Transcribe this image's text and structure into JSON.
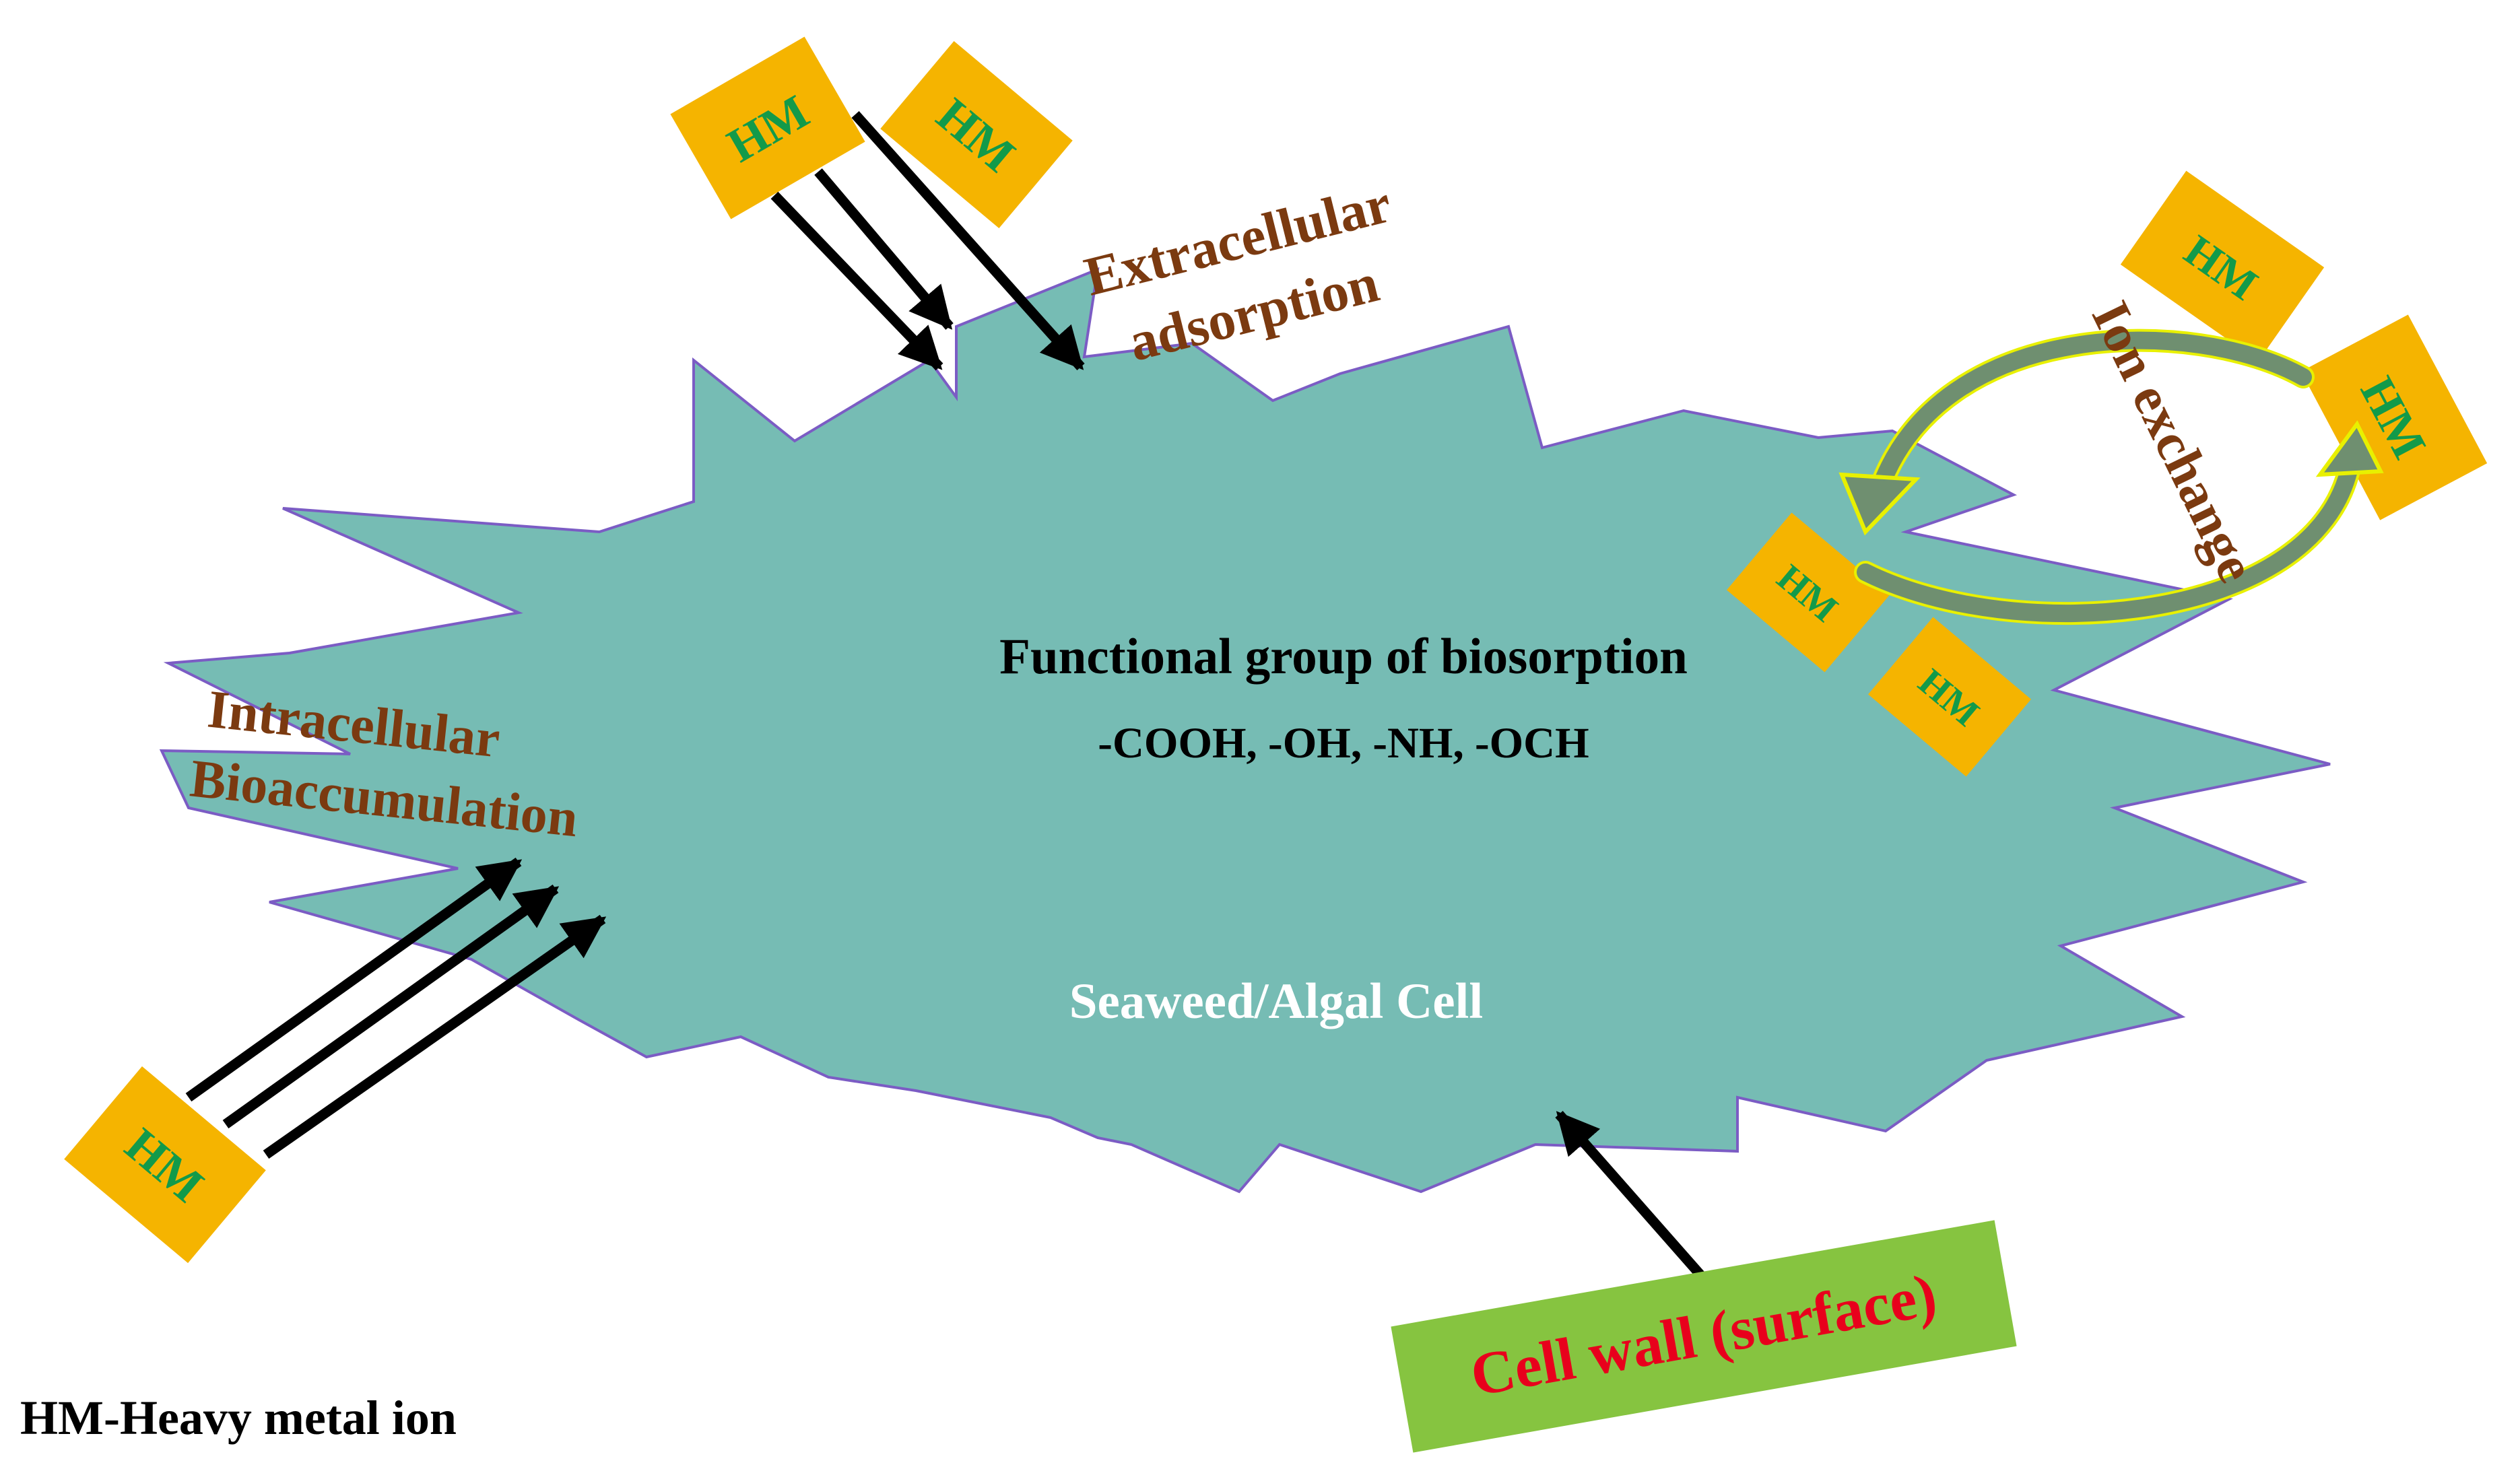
{
  "diagram": {
    "cell_label": "Seaweed/Algal Cell",
    "functional_title": "Functional group of biosorption",
    "functional_groups": "-COOH, -OH, -NH, -OCH",
    "extracellular_line1": "Extracellular",
    "extracellular_line2": "adsorption",
    "intracellular_line1": "Intracellular",
    "intracellular_line2": "Bioaccumulation",
    "ion_exchange": "Ion exchange",
    "cell_wall": "Cell wall (surface)",
    "legend": "HM-Heavy metal ion",
    "hm_label": "HM"
  },
  "colors": {
    "cell_fill": "#76bcb4",
    "cell_stroke": "#7b5cc4",
    "hm_box": "#f5b400",
    "hm_text": "#129a4a",
    "process_text": "#7b3a10",
    "cell_label_text": "#ffffff",
    "cell_wall_box": "#86c440",
    "cell_wall_text": "#e8001c",
    "exchange_arrow": "#6f8f70",
    "exchange_outline": "#e8f000"
  }
}
